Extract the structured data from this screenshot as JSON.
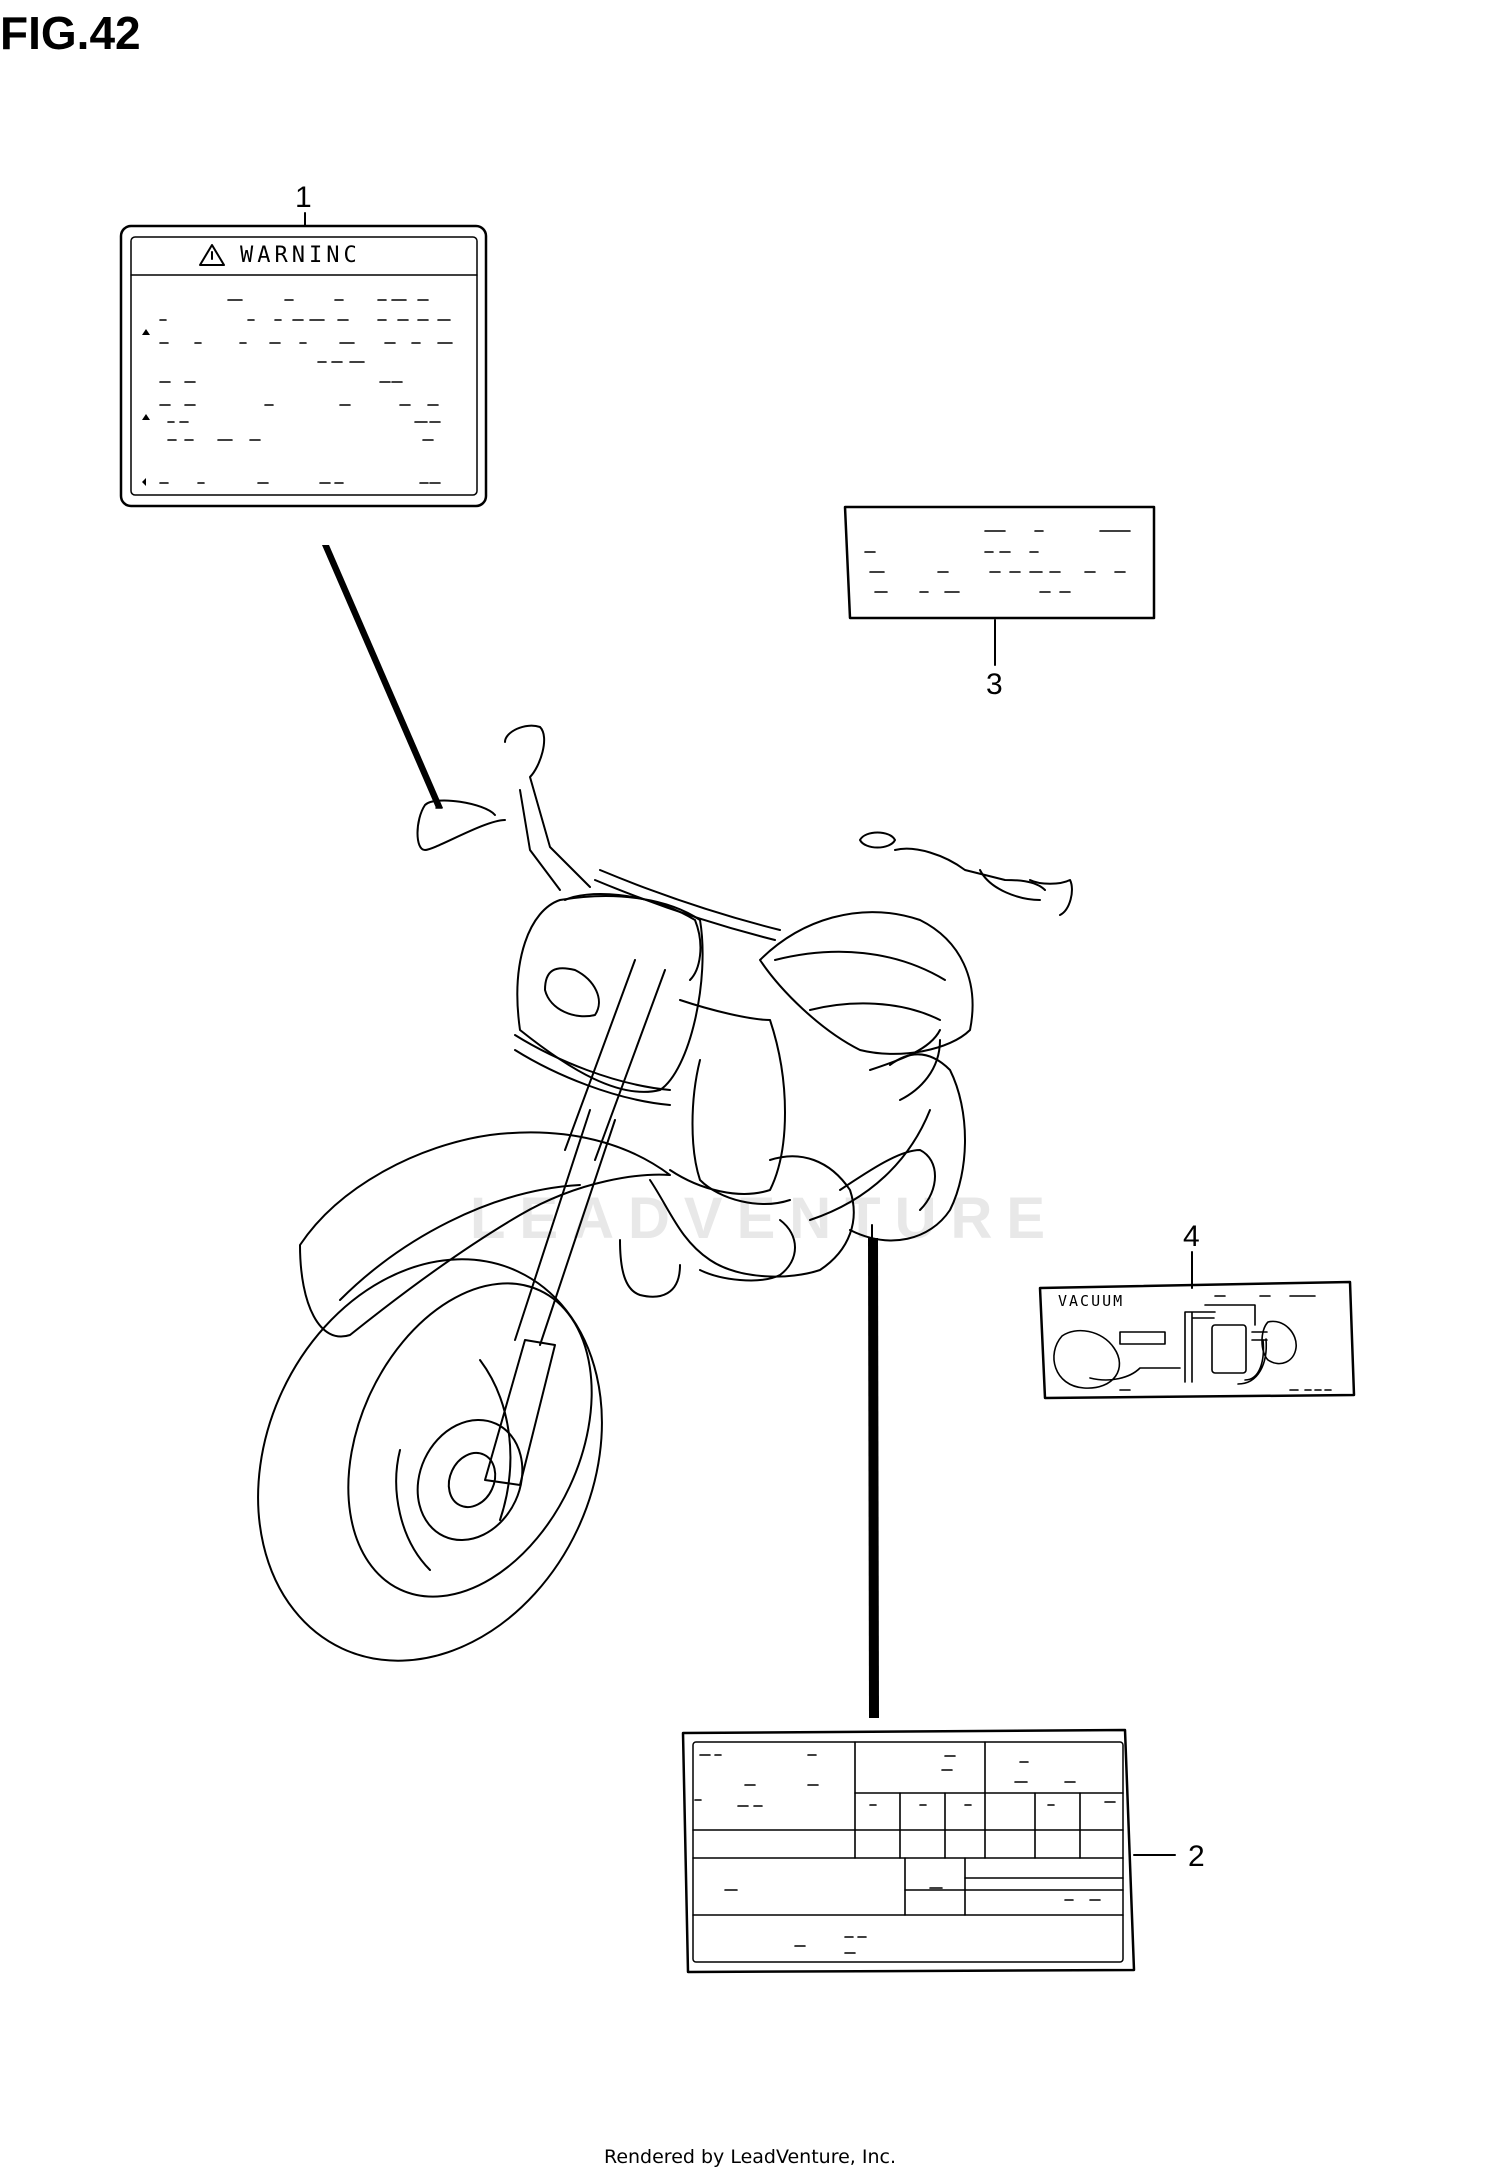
{
  "figure_title": "FIG.42",
  "callouts": {
    "item1": "1",
    "item2": "2",
    "item3": "3",
    "item4": "4"
  },
  "labels": {
    "warning_heading": "WARNINC",
    "vacuum_heading": "VACUUM"
  },
  "watermark": "LEADVENTURE",
  "footer": "Rendered by LeadVenture, Inc."
}
